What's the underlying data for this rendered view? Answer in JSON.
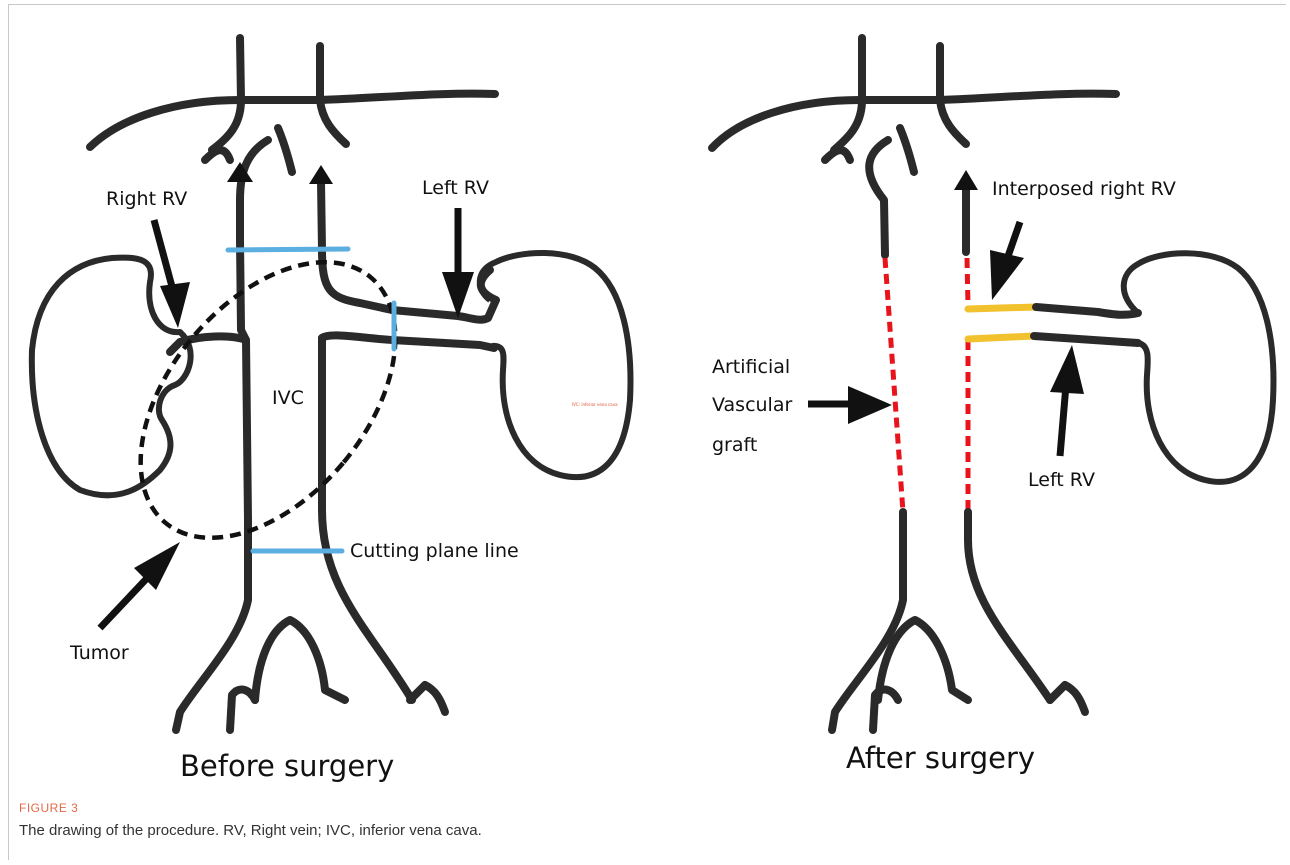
{
  "figure": {
    "label": "FIGURE 3",
    "caption": "The drawing of the procedure. RV, Right vein; IVC, inferior vena cava."
  },
  "before": {
    "title": "Before surgery",
    "right_rv": "Right RV",
    "left_rv": "Left RV",
    "ivc": "IVC",
    "cutting_plane": "Cutting plane line",
    "tumor": "Tumor",
    "tiny_note": "IVC: inferior vena cava"
  },
  "after": {
    "title": "After surgery",
    "interposed": "Interposed right RV",
    "graft_line1": "Artificial",
    "graft_line2": "Vascular",
    "graft_line3": "graft",
    "left_rv": "Left RV"
  },
  "colors": {
    "cutting_plane": "#5aaee0",
    "graft": "#e8141c",
    "interposed_vein": "#f2c12e",
    "vein": "#2a2a2a"
  }
}
